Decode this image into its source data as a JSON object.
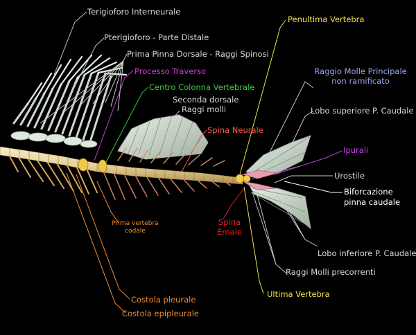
{
  "diagram": {
    "background": "#000000",
    "labels": {
      "terigioforo": {
        "text": "Terigioforo Interneurale",
        "color": "#d8d8d8"
      },
      "pterigioforo_distale": {
        "text": "Pterigioforo - Parte Distale",
        "color": "#d8d8d8"
      },
      "prima_pinna_dorsale": {
        "text": "Prima Pinna Dorsale - Raggi Spinosi",
        "color": "#d8d8d8"
      },
      "processo_traverso": {
        "text": "Processo Traverso",
        "color": "#d23cd2"
      },
      "centro_colonna": {
        "text": "Centro Colonna Vertebrale",
        "color": "#3cc83c"
      },
      "seconda_dorsale_1": {
        "text": "Seconda dorsale",
        "color": "#d8d8d8"
      },
      "seconda_dorsale_2": {
        "text": "Raggi molli",
        "color": "#d8d8d8"
      },
      "spina_neurale": {
        "text": "Spina Neurale",
        "color": "#ff5a46"
      },
      "prima_vertebra_1": {
        "text": "Prima vertebra",
        "color": "#f08c32"
      },
      "prima_vertebra_2": {
        "text": "codale",
        "color": "#f08c32"
      },
      "costola_pleurale": {
        "text": "Costola pleurale",
        "color": "#f08c32"
      },
      "costola_epipleurale": {
        "text": "Costola epipleurale",
        "color": "#f08c32"
      },
      "spina_emale_1": {
        "text": "Spina",
        "color": "#e02020"
      },
      "spina_emale_2": {
        "text": "Emale",
        "color": "#e02020"
      },
      "penultima_vertebra": {
        "text": "Penultima Vertebra",
        "color": "#f2e24a"
      },
      "ultima_vertebra": {
        "text": "Ultima Vertebra",
        "color": "#f2e24a"
      },
      "raggio_molle_1": {
        "text": "Raggio Molle Principale",
        "color": "#9aa6f0"
      },
      "raggio_molle_2": {
        "text": "non ramificato",
        "color": "#9aa6f0"
      },
      "lobo_superiore": {
        "text": "Lobo superiore P. Caudale",
        "color": "#d8d8d8"
      },
      "ipurali": {
        "text": "Ipurali",
        "color": "#c040e0"
      },
      "urostile": {
        "text": "Urostile",
        "color": "#d8d8d8"
      },
      "biforcazione_1": {
        "text": "Biforcazione",
        "color": "#ffffff"
      },
      "biforcazione_2": {
        "text": "pinna caudale",
        "color": "#ffffff"
      },
      "lobo_inferiore": {
        "text": "Lobo inferiore P. Caudale",
        "color": "#d8d8d8"
      },
      "raggi_precorrenti": {
        "text": "Raggi Molli precorrenti",
        "color": "#d8d8d8"
      }
    }
  }
}
